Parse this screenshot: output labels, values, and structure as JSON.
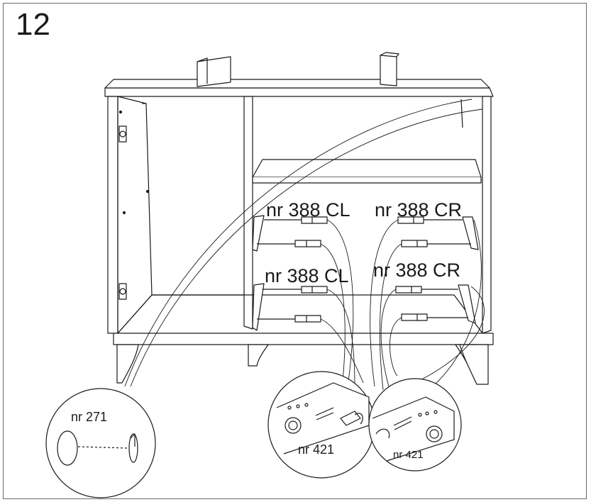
{
  "step": {
    "number": "12"
  },
  "labels": {
    "drawer_runner_left_top": "nr 388 CL",
    "drawer_runner_right_top": "nr 388 CR",
    "drawer_runner_left_bottom": "nr 388 CL",
    "drawer_runner_right_bottom": "nr 388 CR",
    "knob": "nr 271",
    "screw_left": "nr 421",
    "screw_right": "nr 421"
  }
}
